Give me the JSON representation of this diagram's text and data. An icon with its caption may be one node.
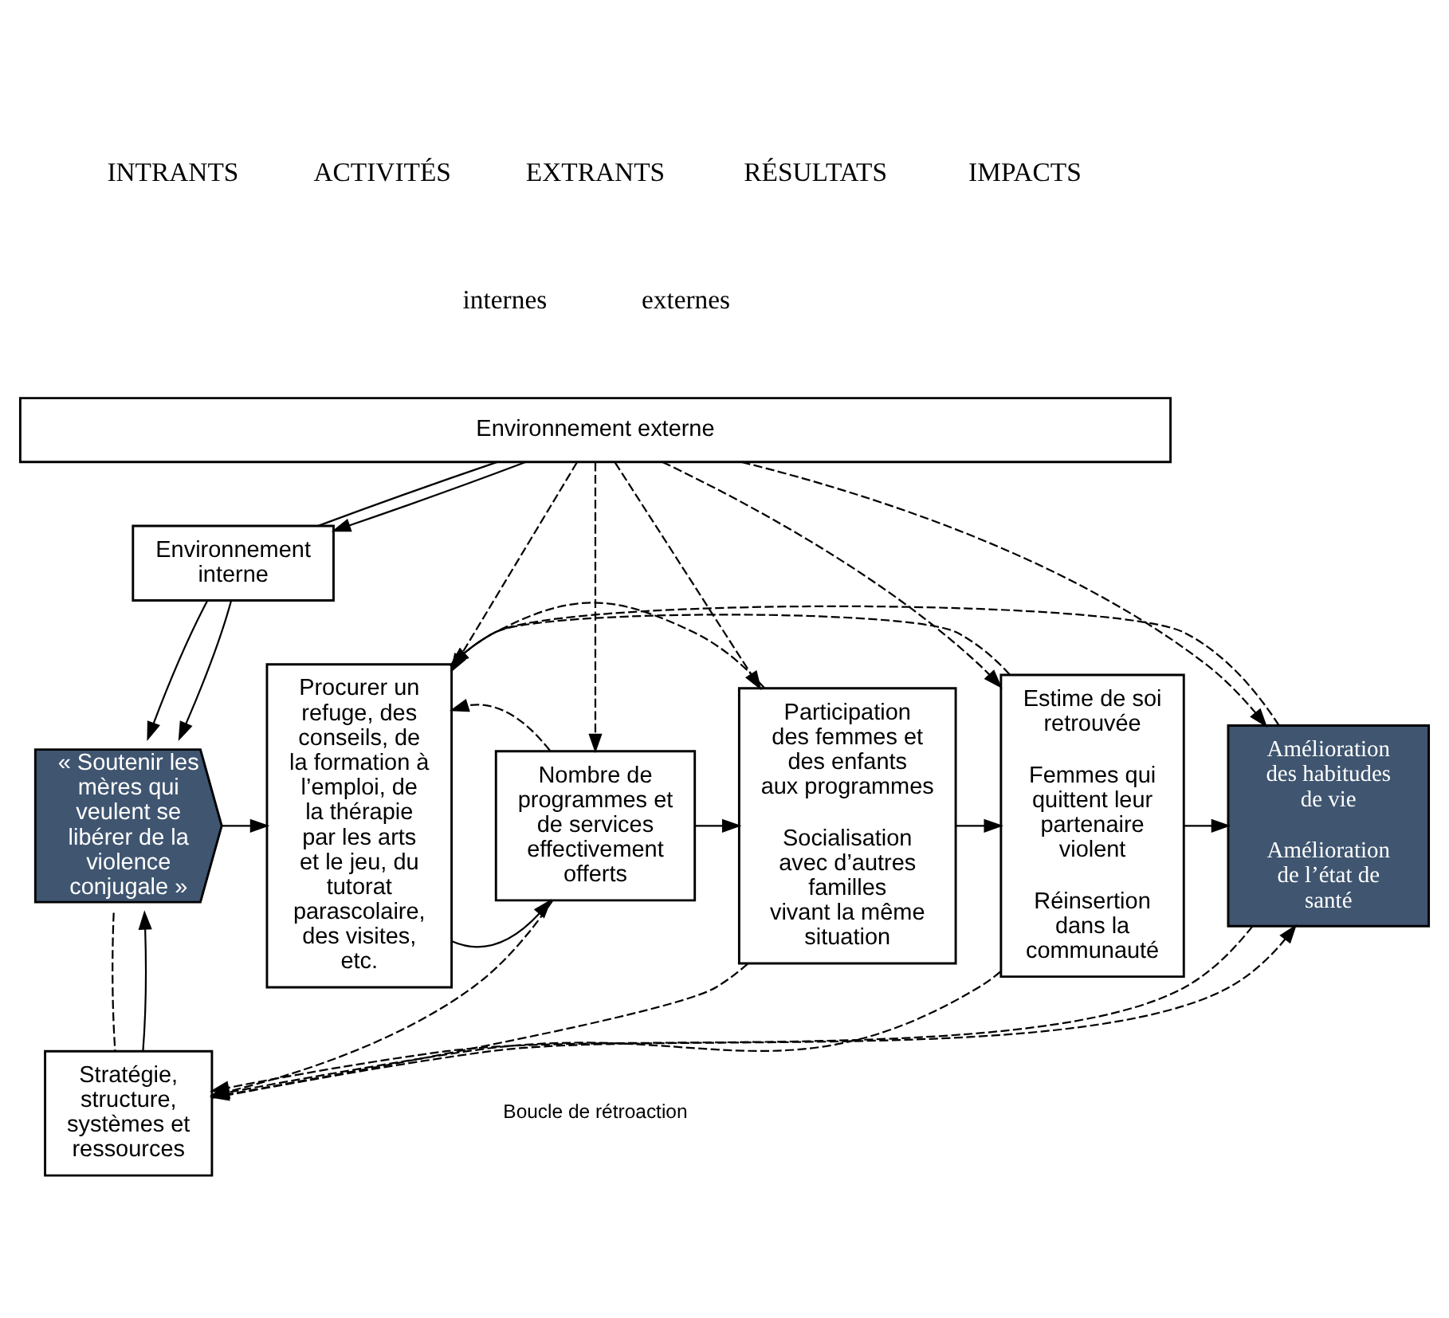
{
  "diagram": {
    "nodes": [
      {
        "text": [
          "Environnement externe"
        ]
      },
      {
        "text": [
          "Environnement interne"
        ]
      },
      {
        "text": [
          "« Soutenir les mères qui veulent se libérer de la violence conjugale »"
        ]
      },
      {
        "text": [
          "Procurer un refuge, des conseils, de la formation à l’emploi, de la thérapie par les arts et le jeu, du tutorat parascolaire, des visites, etc."
        ]
      },
      {
        "text": [
          "Nombre de programmes et de services effectivement offerts"
        ]
      },
      {
        "text": [
          "Participation des femmes et des enfants aux programmes",
          "Socialisation avec d’autres familles vivant la même situation"
        ]
      },
      {
        "text": [
          "Estime de soi retrouvée",
          "Femmes qui quittent leur partenaire violent",
          "Réinsertion dans la communauté"
        ]
      },
      {
        "text": [
          "Amélioration des habitudes de vie",
          "Amélioration de l’état de santé"
        ]
      },
      {
        "text": [
          "Stratégie, structure, systèmes et ressources"
        ]
      }
    ],
    "edges": [
      {
        "from": 0,
        "to": 1,
        "arrow": "none"
      },
      {
        "from": 0,
        "to": 1,
        "arrow": "to"
      },
      {
        "from": 1,
        "to": 2,
        "arrow": "to"
      },
      {
        "from": 1,
        "to": 2,
        "arrow": "to"
      },
      {
        "from": 0,
        "to": 3,
        "arrow": "to",
        "style": "dashed"
      },
      {
        "from": 0,
        "to": 4,
        "arrow": "to",
        "style": "dashed"
      },
      {
        "from": 0,
        "to": 5,
        "arrow": "to",
        "style": "dashed"
      },
      {
        "from": 0,
        "to": 6,
        "arrow": "to",
        "style": "dashed"
      },
      {
        "from": 0,
        "to": 7,
        "arrow": "to",
        "style": "dashed"
      },
      {
        "from": 2,
        "to": 3,
        "arrow": "to"
      },
      {
        "from": 3,
        "to": 4,
        "arrow": "to"
      },
      {
        "from": 4,
        "to": 5,
        "arrow": "to"
      },
      {
        "from": 5,
        "to": 6,
        "arrow": "to"
      },
      {
        "from": 6,
        "to": 7,
        "arrow": "to"
      },
      {
        "from": 8,
        "to": 2,
        "arrow": "to"
      },
      {
        "from": 2,
        "to": 8,
        "arrow": "none",
        "style": "dashed"
      },
      {
        "from": 4,
        "to": 3,
        "arrow": "to",
        "style": "dashed"
      },
      {
        "from": 5,
        "to": 3,
        "arrow": "to",
        "style": "dashed"
      },
      {
        "from": 6,
        "to": 3,
        "arrow": "to",
        "style": "dashed"
      },
      {
        "from": 7,
        "to": 3,
        "arrow": "to",
        "style": "dashed"
      },
      {
        "from": 4,
        "to": 8,
        "arrow": "to",
        "style": "dashed"
      },
      {
        "from": 5,
        "to": 8,
        "arrow": "to",
        "style": "dashed"
      },
      {
        "from": 6,
        "to": 8,
        "arrow": "to",
        "style": "dashed"
      },
      {
        "from": 7,
        "to": 8,
        "arrow": "to",
        "style": "dashed"
      },
      {
        "from": 8,
        "to": 7,
        "arrow": "to",
        "style": "dashed"
      }
    ],
    "labels": [
      "INTRANTS",
      "ACTIVITÉS",
      "EXTRANTS",
      "RÉSULTATS",
      "IMPACTS",
      "internes",
      "externes",
      "Boucle de rétroaction"
    ]
  }
}
